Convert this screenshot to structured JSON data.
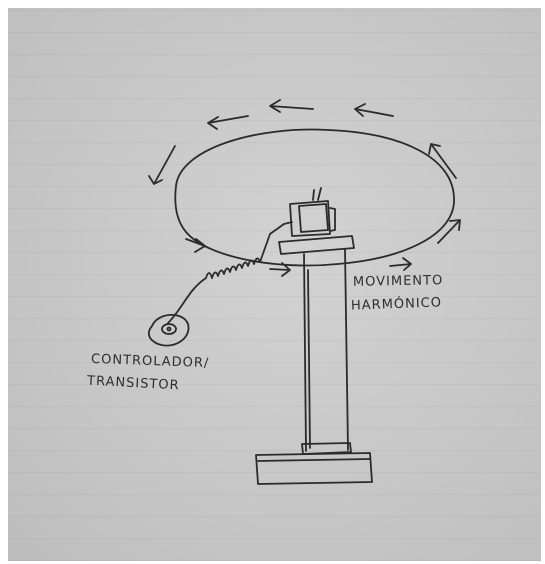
{
  "labels": {
    "movement_line1": "MOVIMENTO",
    "movement_line2": "HARMÓNICO",
    "controller_line1": "CONTROLADOR/",
    "controller_line2": "TRANSISTOR"
  },
  "colors": {
    "paper": "#c9c9c9",
    "ink": "#2b2b2b"
  },
  "icons": [
    "rotation-arrow-icon",
    "controller-pad-icon",
    "motor-icon"
  ]
}
